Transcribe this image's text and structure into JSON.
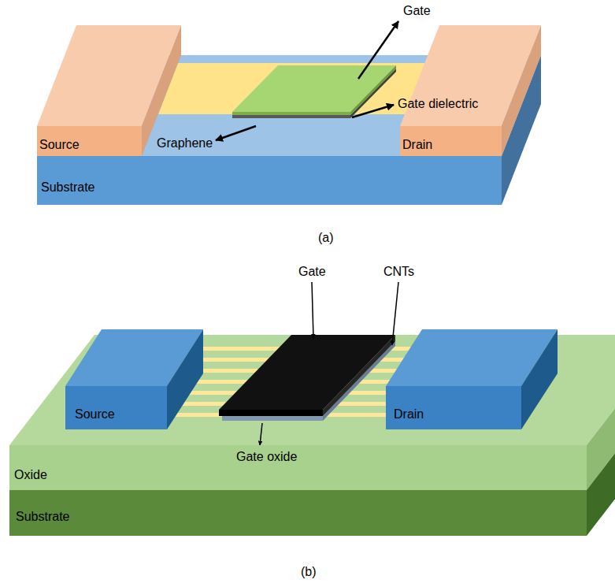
{
  "diagram": {
    "nodes": [
      {
        "text": [
          "Source"
        ]
      },
      {
        "text": [
          "Drain"
        ]
      },
      {
        "text": [
          "Substrate"
        ]
      },
      {
        "text": [
          "Source"
        ]
      },
      {
        "text": [
          "Drain"
        ]
      },
      {
        "text": [
          "Oxide"
        ]
      },
      {
        "text": [
          "Substrate"
        ]
      }
    ],
    "labels": [
      "Gate",
      "Gate dielectric",
      "Graphene",
      "(a)",
      "Gate",
      "CNTs",
      "Gate oxide",
      "(b)"
    ]
  }
}
